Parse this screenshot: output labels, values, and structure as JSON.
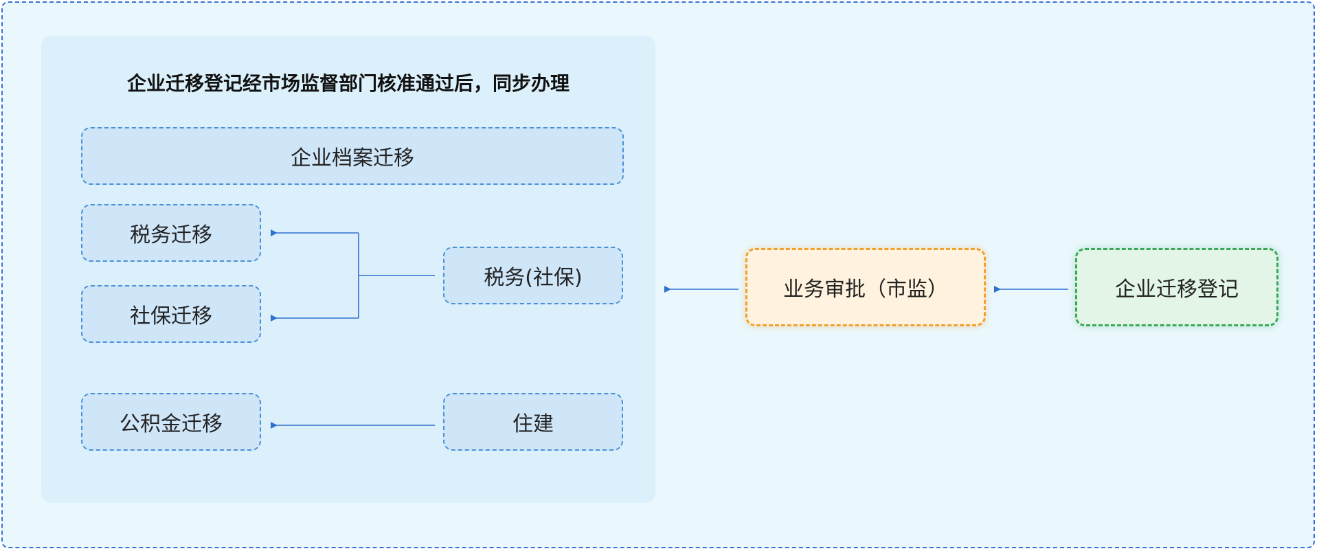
{
  "panel": {
    "title": "企业迁移登记经市场监督部门核准通过后，同步办理"
  },
  "nodes": {
    "archive": "企业档案迁移",
    "tax_migration": "税务迁移",
    "social_migration": "社保迁移",
    "tax_social": "税务(社保)",
    "fund_migration": "公积金迁移",
    "housing": "住建",
    "approval": "业务审批（市监）",
    "registration": "企业迁移登记"
  },
  "colors": {
    "frame_border": "#3a6fd8",
    "panel_bg": "#dcf0fb",
    "blue_box": "#cfe5f8",
    "orange_box": "#fff3df",
    "green_box": "#e2f5e6",
    "arrow": "#2f6fd0"
  }
}
